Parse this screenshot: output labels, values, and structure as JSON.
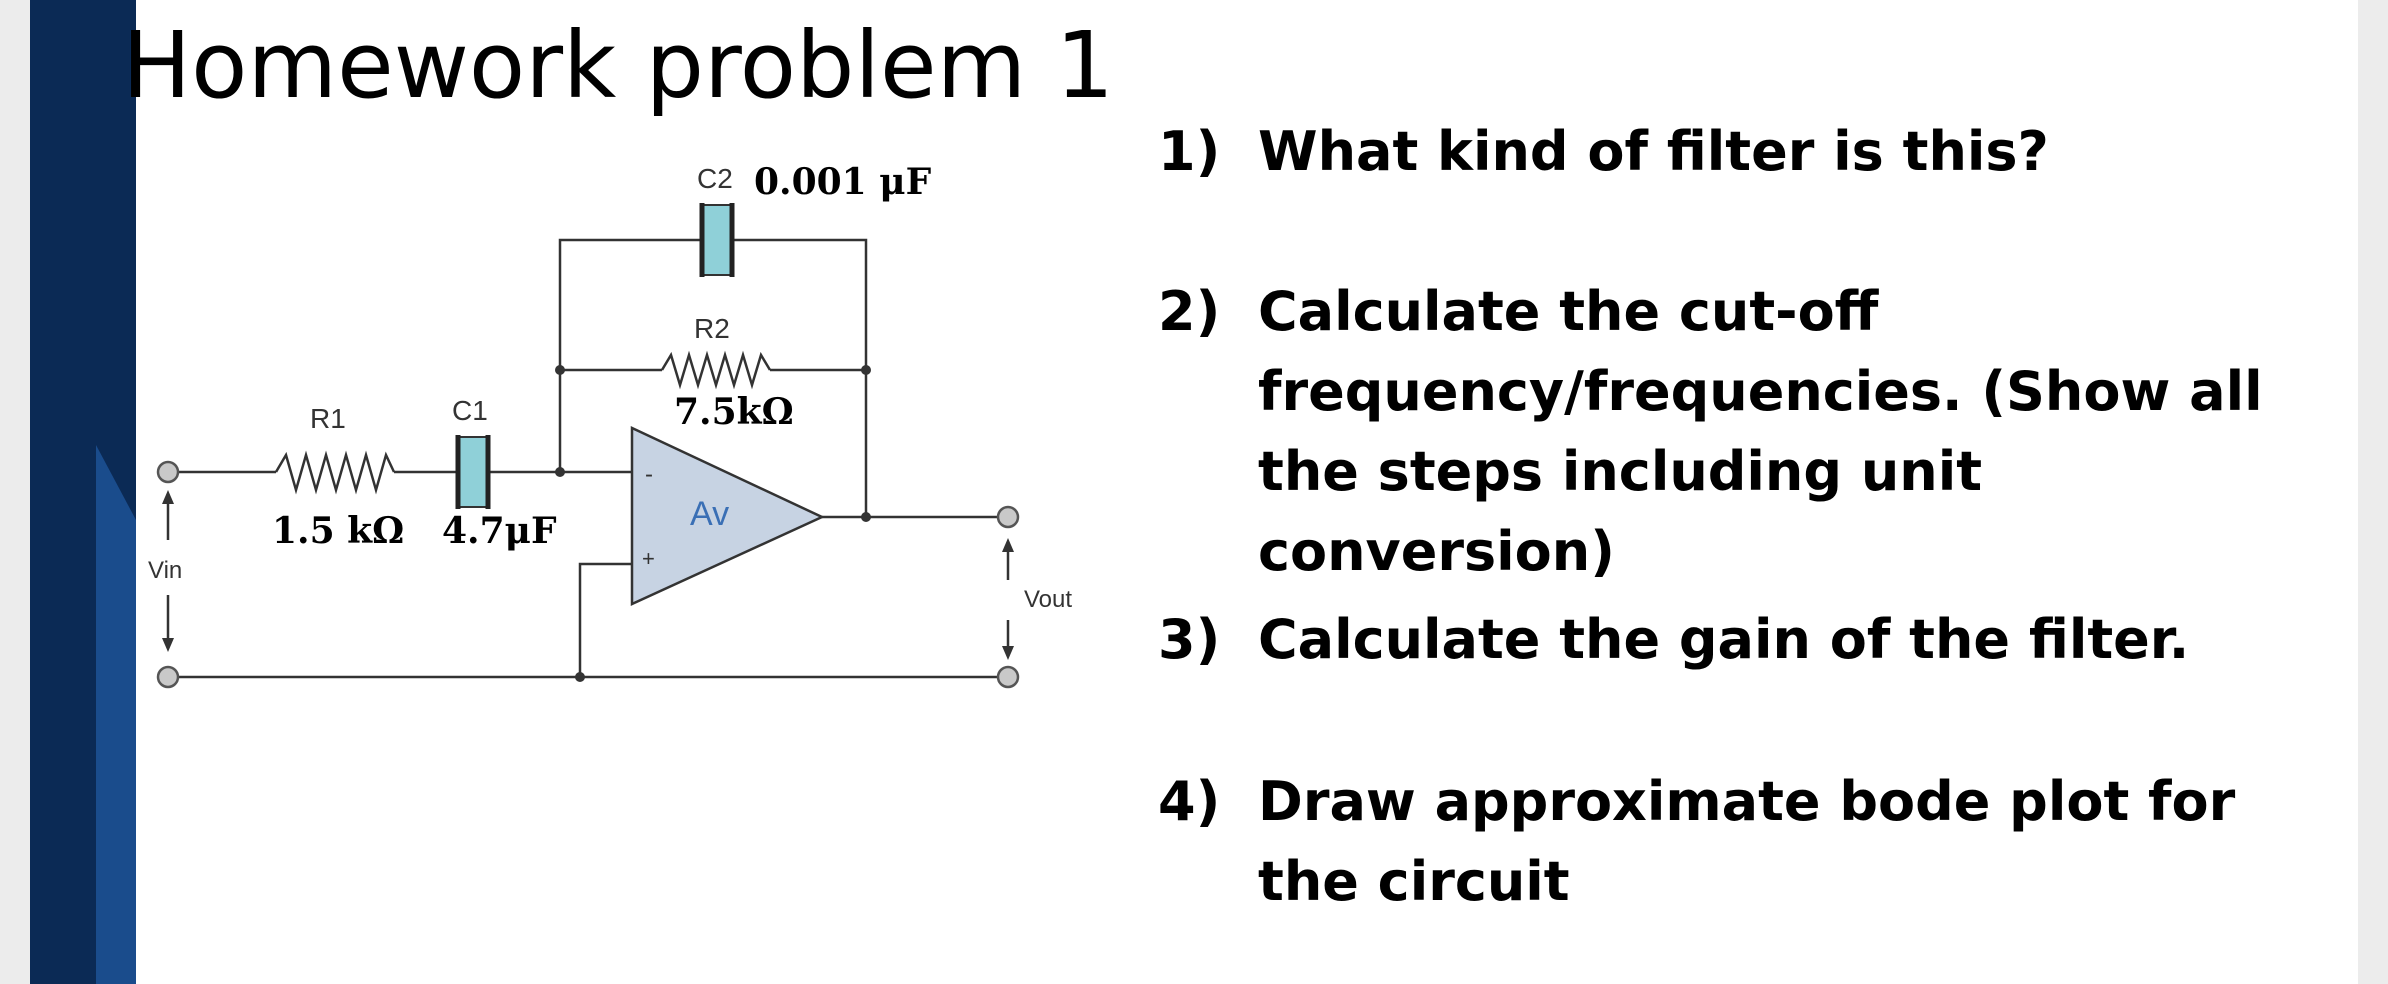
{
  "slide": {
    "title": "Homework problem 1",
    "colors": {
      "band_dark": "#0b2a55",
      "band_light": "#1a4c8c",
      "capacitor_fill": "#8fd0d8",
      "opamp_fill": "#c7d3e3",
      "opamp_label": "#3a6fb5"
    }
  },
  "circuit": {
    "c2": {
      "name": "C2",
      "value": "0.001 μF"
    },
    "r2": {
      "name": "R2",
      "value": "7.5kΩ"
    },
    "r1": {
      "name": "R1",
      "value": "1.5 kΩ"
    },
    "c1": {
      "name": "C1",
      "value": "4.7μF"
    },
    "opamp": {
      "label": "Av",
      "minus": "-",
      "plus": "+"
    },
    "vin": "Vin",
    "vout": "Vout"
  },
  "questions": [
    {
      "number": "1)",
      "text": "What kind of filter is this?"
    },
    {
      "number": "2)",
      "text": "Calculate the cut-off frequency/frequencies. (Show all the steps including unit conversion)"
    },
    {
      "number": "3)",
      "text": "Calculate the gain of the filter."
    },
    {
      "number": "4)",
      "text": "Draw approximate bode plot for the circuit"
    }
  ]
}
